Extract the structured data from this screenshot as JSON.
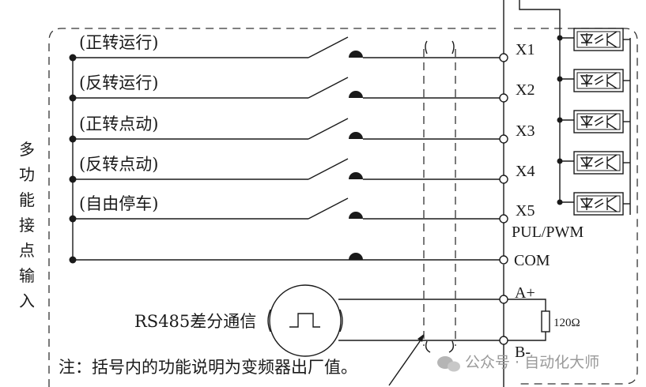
{
  "side_label": [
    "多",
    "功",
    "能",
    "接",
    "点",
    "输",
    "入"
  ],
  "switches": [
    {
      "label": "(正转运行)",
      "terminal": "X1"
    },
    {
      "label": "(反转运行)",
      "terminal": "X2"
    },
    {
      "label": "(正转点动)",
      "terminal": "X3"
    },
    {
      "label": "(反转点动)",
      "terminal": "X4"
    },
    {
      "label": "(自由停车)",
      "terminal": "X5"
    }
  ],
  "terminals": {
    "pul": "PUL/PWM",
    "com": "COM",
    "a_plus": "A+",
    "b_minus": "B-"
  },
  "rs485_label": "RS485差分通信",
  "resistor_label": "120Ω",
  "note": "注：括号内的功能说明为变频器出厂值。",
  "watermark": "公众号 · 自动化大师"
}
